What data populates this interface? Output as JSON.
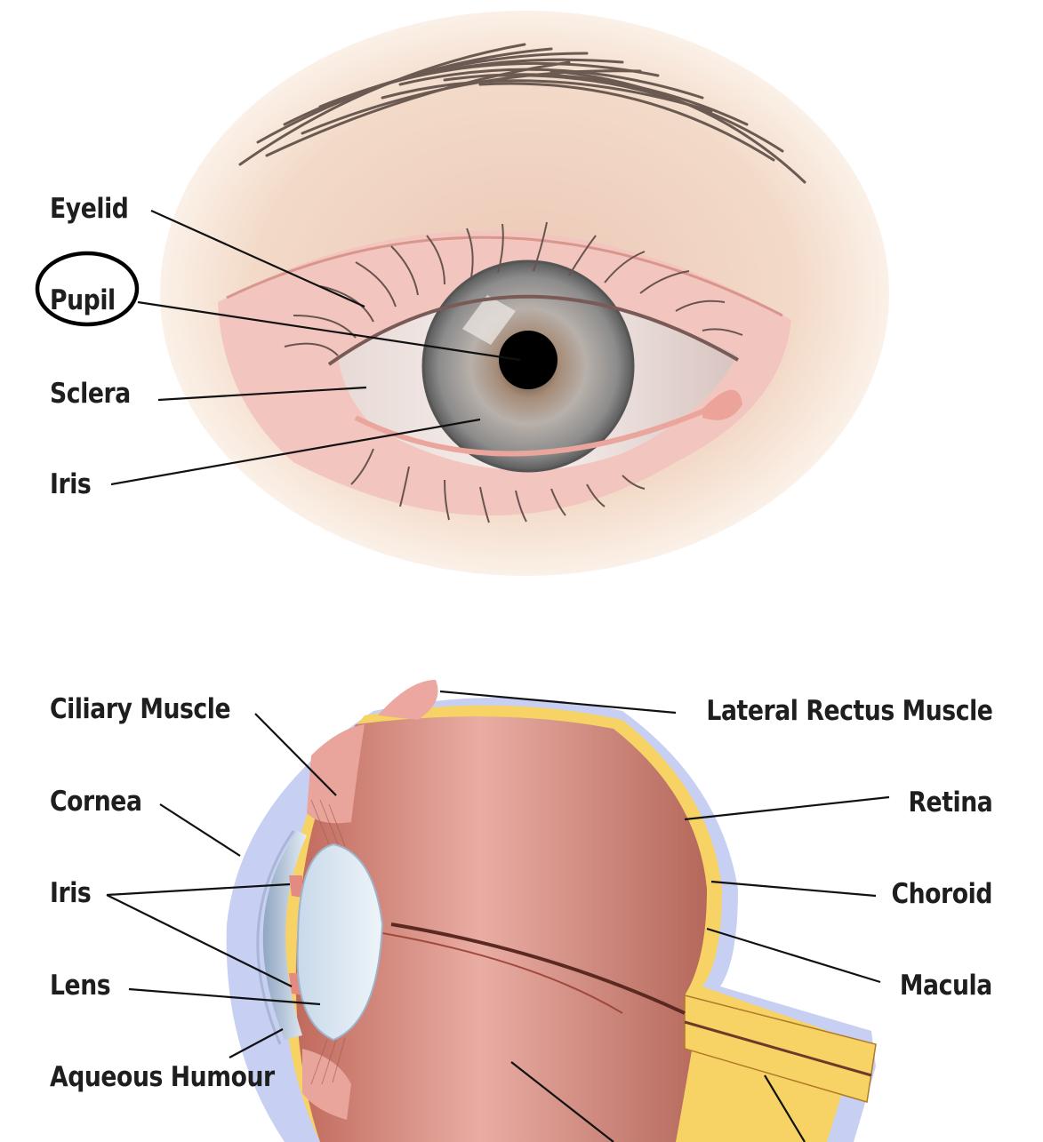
{
  "front_view": {
    "labels": {
      "eyelid": "Eyelid",
      "pupil": "Pupil",
      "sclera": "Sclera",
      "iris": "Iris"
    },
    "highlighted": "Pupil"
  },
  "cross_section": {
    "left_labels": {
      "ciliary_muscle": "Ciliary Muscle",
      "cornea": "Cornea",
      "iris": "Iris",
      "lens": "Lens",
      "aqueous_humour": "Aqueous Humour"
    },
    "right_labels": {
      "lateral_rectus_muscle": "Lateral Rectus Muscle",
      "retina": "Retina",
      "choroid": "Choroid",
      "macula": "Macula"
    }
  },
  "colors": {
    "skin": "#f3dcc6",
    "eyelid_pink": "#f2c3bd",
    "iris_gray": "#8a8a8a",
    "pupil": "#000000",
    "sclera_wall": "#c97a6c",
    "retina_yellow": "#f5d060",
    "outer_blue": "#c4cdf0",
    "lens_blue": "#d5e3ef"
  }
}
